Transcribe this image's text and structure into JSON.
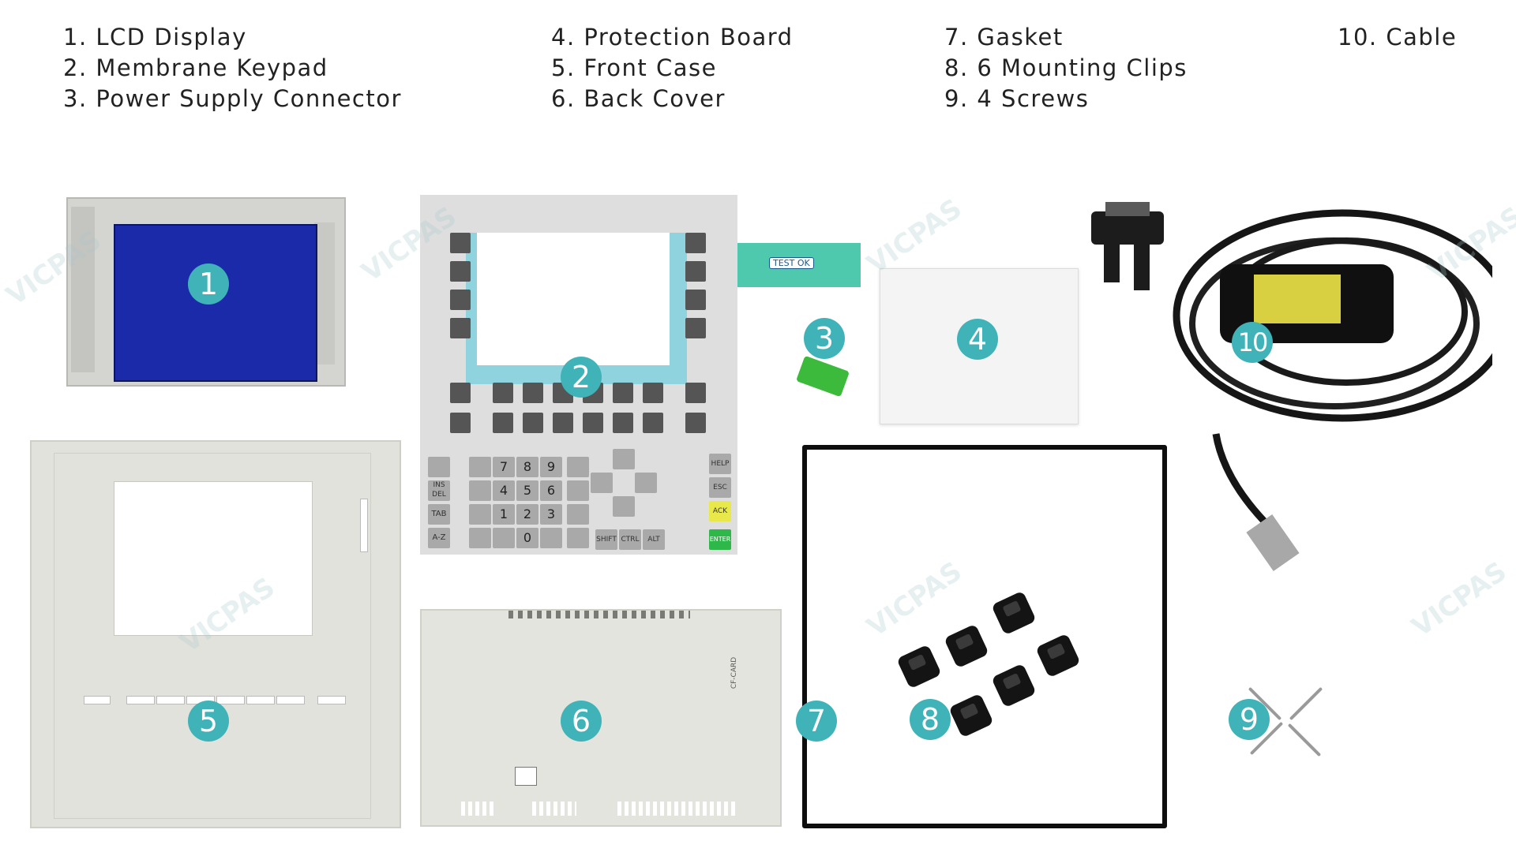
{
  "legend": {
    "col1": [
      "1. LCD Display",
      "2. Membrane Keypad",
      "3. Power Supply Connector"
    ],
    "col2": [
      "4. Protection Board",
      "5. Front Case",
      "6. Back Cover"
    ],
    "col3": [
      "7. Gasket",
      "8. 6 Mounting Clips",
      "9. 4 Screws"
    ],
    "col4": [
      "10. Cable"
    ]
  },
  "badges": [
    "1",
    "2",
    "3",
    "4",
    "5",
    "6",
    "7",
    "8",
    "9",
    "10"
  ],
  "ribbon_label": "TEST OK",
  "watermark": "VICPAS",
  "keypad_labels": {
    "help": "HELP",
    "esc": "ESC",
    "ack": "ACK",
    "shift": "SHIFT",
    "ctrl": "CTRL",
    "alt": "ALT",
    "enter": "ENTER",
    "ins_del": "INS DEL",
    "tab": "TAB",
    "az": "A-Z"
  },
  "digits": [
    "7",
    "8",
    "9",
    "4",
    "5",
    "6",
    "1",
    "2",
    "3",
    "0"
  ],
  "back_cover_labels": {
    "cf_card": "CF-CARD"
  },
  "colors": {
    "badge": "#3fb3b8",
    "lcd": "#1b2aa8",
    "ribbon": "#4ec9ad",
    "connector": "#3cba3c",
    "ack": "#e8e84a",
    "enter": "#2fb84a"
  }
}
